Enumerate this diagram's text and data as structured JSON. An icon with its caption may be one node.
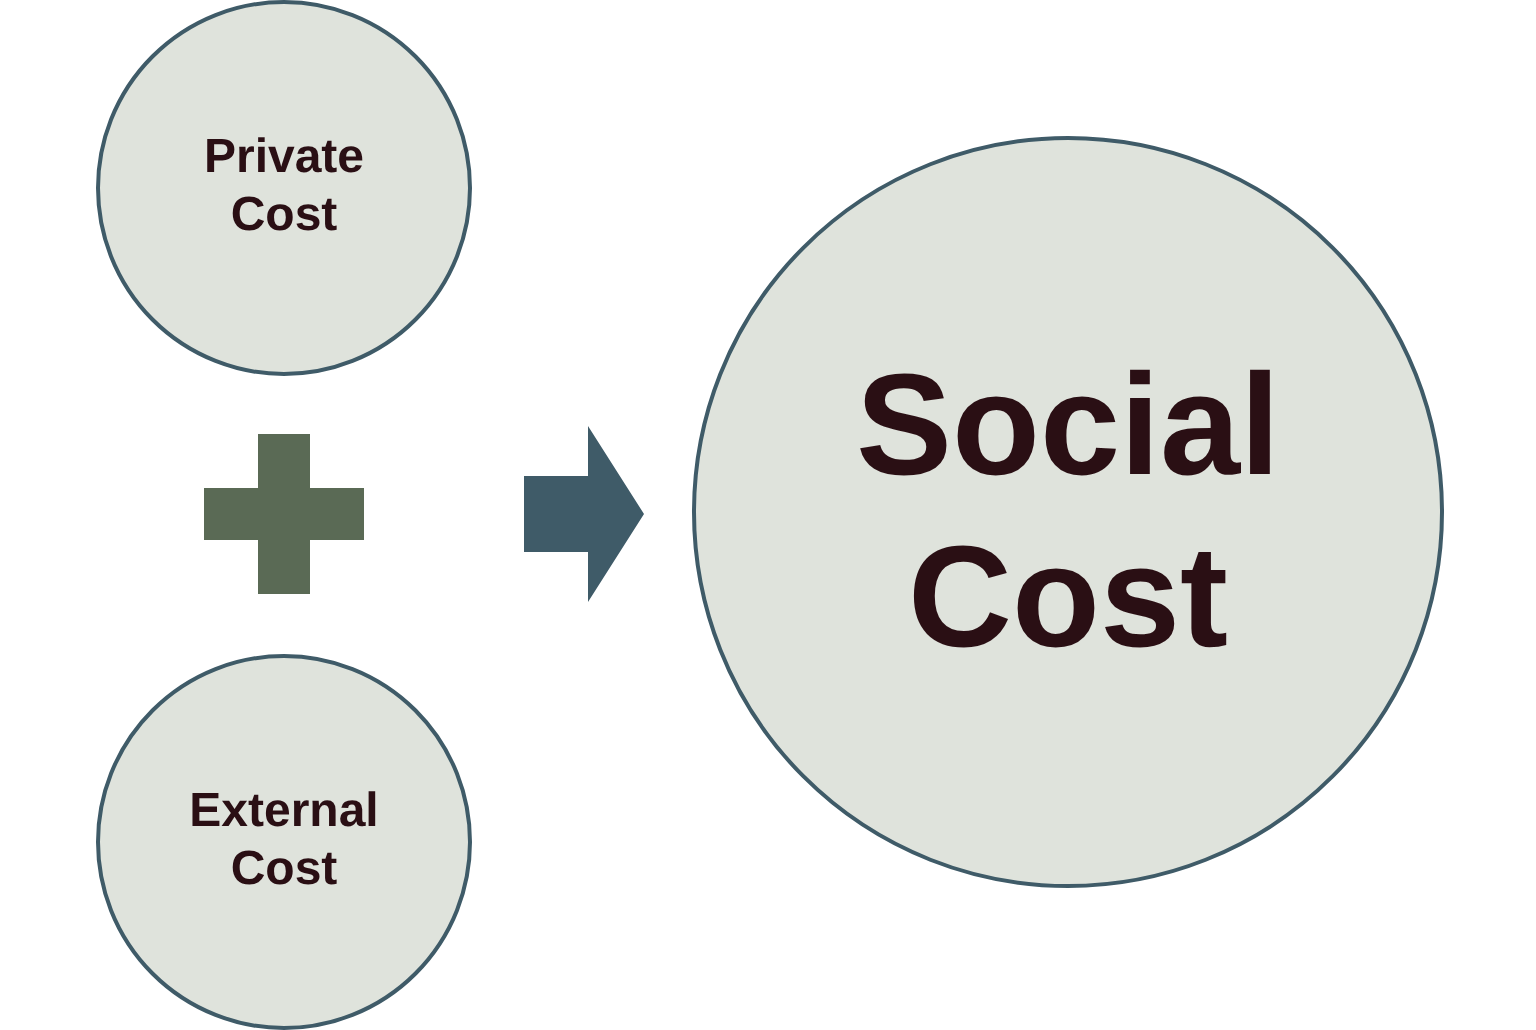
{
  "diagram": {
    "nodes": [
      {
        "text": [
          "Private Cost"
        ]
      },
      {
        "text": [],
        "shape": "plus"
      },
      {
        "text": [
          "External Cost"
        ]
      },
      {
        "text": [
          "Social Cost"
        ]
      }
    ],
    "edges": [
      {
        "from": 0,
        "to": 3,
        "arrow": "to"
      },
      {
        "from": 2,
        "to": 3,
        "arrow": "to"
      }
    ]
  }
}
